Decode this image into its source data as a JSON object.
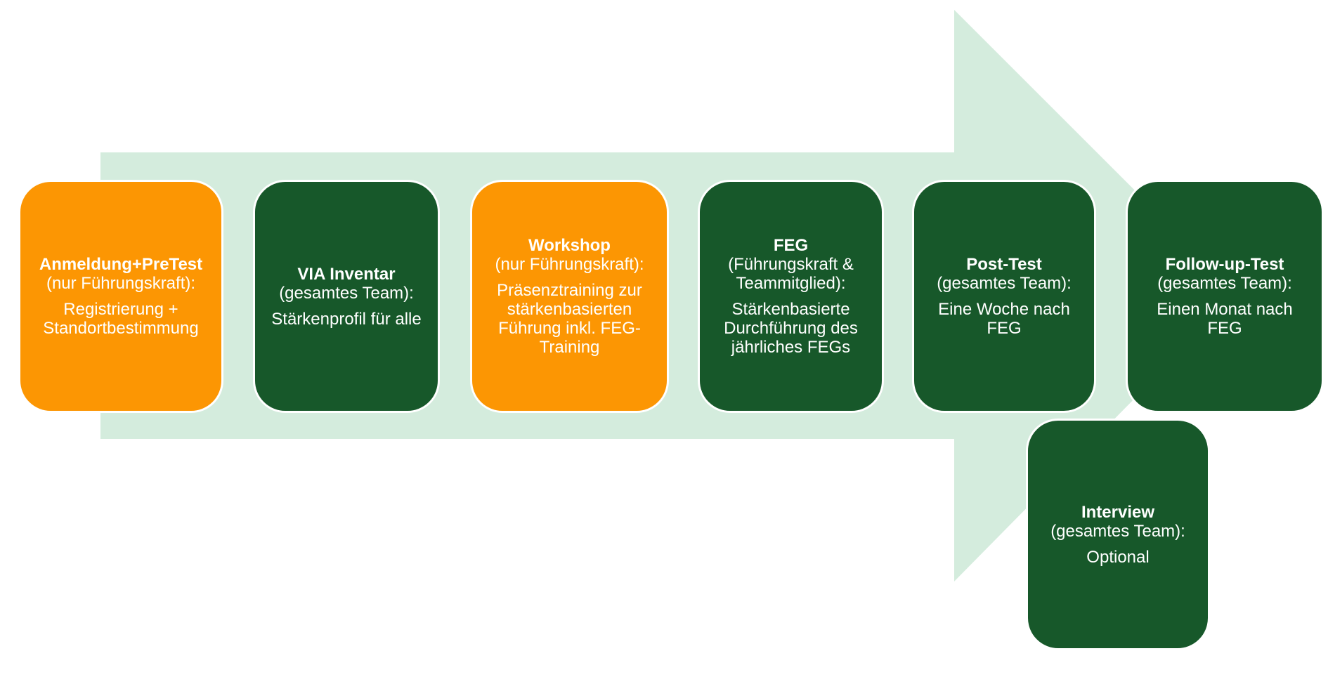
{
  "colors": {
    "arrow": "#D4ECDD",
    "orange": "#FC9603",
    "green": "#17582A",
    "text": "#FFFFFF"
  },
  "steps": [
    {
      "id": "anmeldung-pretest",
      "color": "orange",
      "title": "Anmeldung+PreTest",
      "subtitle_lines": [
        "(nur Führungskraft):"
      ],
      "description_lines": [
        "Registrierung +",
        "Standortbestimmung"
      ]
    },
    {
      "id": "via-inventar",
      "color": "green",
      "title": "VIA Inventar",
      "subtitle_lines": [
        "(gesamtes Team):"
      ],
      "description_lines": [
        "Stärkenprofil für alle"
      ]
    },
    {
      "id": "workshop",
      "color": "orange",
      "title": "Workshop",
      "subtitle_lines": [
        "(nur Führungskraft):"
      ],
      "description_lines": [
        "Präsenztraining zur",
        "stärkenbasierten",
        "Führung inkl. FEG-",
        "Training"
      ]
    },
    {
      "id": "feg",
      "color": "green",
      "title": "FEG",
      "subtitle_lines": [
        "(Führungskraft &",
        "Teammitglied):"
      ],
      "description_lines": [
        "Stärkenbasierte",
        "Durchführung des",
        "jährliches FEGs"
      ]
    },
    {
      "id": "post-test",
      "color": "green",
      "title": "Post-Test",
      "subtitle_lines": [
        "(gesamtes Team):"
      ],
      "description_lines": [
        "Eine Woche nach",
        "FEG"
      ]
    },
    {
      "id": "follow-up-test",
      "color": "green",
      "title": "Follow-up-Test",
      "subtitle_lines": [
        "(gesamtes Team):"
      ],
      "description_lines": [
        "Einen Monat nach",
        "FEG"
      ]
    },
    {
      "id": "interview",
      "color": "green",
      "title": "Interview",
      "subtitle_lines": [
        "(gesamtes Team):"
      ],
      "description_lines": [
        "Optional"
      ]
    }
  ]
}
